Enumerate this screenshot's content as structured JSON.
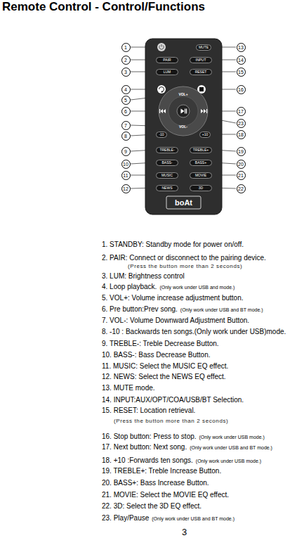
{
  "diagram": {
    "title": "Remote Control - Control/Functions",
    "nodes": [
      {
        "text": [
          "boAt"
        ]
      },
      {
        "text": [
          "MUTE"
        ],
        "in": 0
      },
      {
        "text": [
          "PAIR"
        ],
        "in": 0
      },
      {
        "text": [
          "INPUT"
        ],
        "in": 0
      },
      {
        "text": [
          "LUM"
        ],
        "in": 0
      },
      {
        "text": [
          "RESET"
        ],
        "in": 0
      },
      {
        "text": [
          "-10"
        ],
        "in": 0
      },
      {
        "text": [
          "+10"
        ],
        "in": 0
      },
      {
        "text": [
          "TREBLE-"
        ],
        "in": 0
      },
      {
        "text": [
          "TREBLE+"
        ],
        "in": 0
      },
      {
        "text": [
          "BASS-"
        ],
        "in": 0
      },
      {
        "text": [
          "BASS+"
        ],
        "in": 0
      },
      {
        "text": [
          "MUSIC"
        ],
        "in": 0
      },
      {
        "text": [
          "MOVIE"
        ],
        "in": 0
      },
      {
        "text": [
          "NEWS"
        ],
        "in": 0
      },
      {
        "text": [
          "3D"
        ],
        "in": 0
      }
    ],
    "labels": [
      "1",
      "2",
      "3",
      "4",
      "5",
      "6",
      "7",
      "8",
      "9",
      "10",
      "11",
      "12",
      "13",
      "14",
      "15",
      "16",
      "17",
      "18",
      "19",
      "20",
      "21",
      "22",
      "23",
      "VOL+",
      "VOL-",
      "1. STANDBY: Standby mode for power on/off.",
      "2. PAIR: Connect or disconnect to the pairing device.",
      "(Press the button more than 2 seconds)",
      "3. LUM: Brightness control",
      "4. Loop playback.",
      "(Only work under USB and mode.)",
      "5. VOL+: Volume increase adjustment button.",
      "6. Pre button:Prev song.",
      "(Only work under USB and BT mode.)",
      "7. VOL-: Volume Downward Adjustment Button.",
      "8. -10 : Backwards ten songs.(Only work under USB)mode.",
      "9. TREBLE-: Treble Decrease Button.",
      "10. BASS-: Bass Decrease Button.",
      "11. MUSIC: Select the MUSIC EQ effect.",
      "12. NEWS: Select the NEWS EQ effect.",
      "13. MUTE mode.",
      "14. INPUT:AUX/OPT/COA/USB/BT Selection.",
      "15. RESET: Location retrieval.",
      "(Press the button more than 2 seconds)",
      "16. Stop button: Press to stop.",
      "(Only work under USB mode.)",
      "17. Next button: Next song.",
      "(Only work under USB and BT mode.)",
      "18. +10 :Forwards ten songs.",
      "(Only work under USB mode.)",
      "19. TREBLE+: Treble Increase Button.",
      "20. BASS+: Bass Increase Button.",
      "21. MOVIE: Select the MOVIE EQ effect.",
      "22. 3D: Select the 3D EQ effect.",
      "23. Play/Pause",
      "(Only work under USB and BT mode.)",
      "3"
    ]
  }
}
